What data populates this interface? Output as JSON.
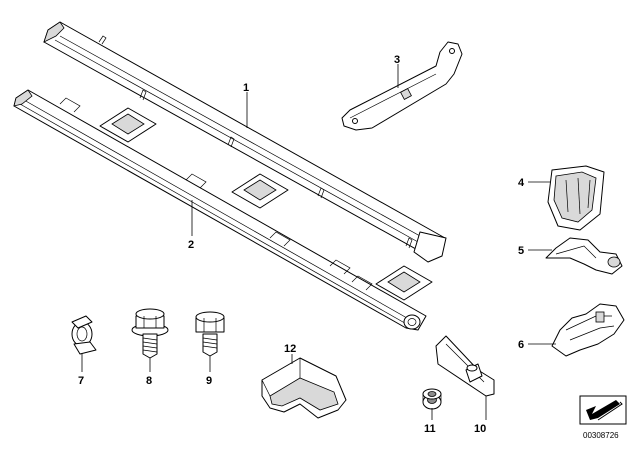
{
  "callouts": [
    "1",
    "2",
    "3",
    "4",
    "5",
    "6",
    "7",
    "8",
    "9",
    "10",
    "11",
    "12"
  ],
  "reference_number": "00308726",
  "icons": {
    "nav": "arrow-down-left-icon"
  }
}
